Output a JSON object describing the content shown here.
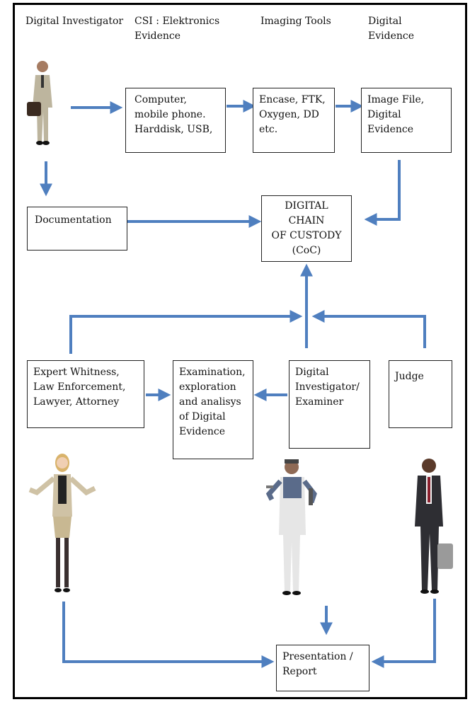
{
  "headers": {
    "digital_investigator": "Digital Investigator",
    "csi": "CSI : Elektronics\nEvidence",
    "imaging_tools": "Imaging Tools",
    "digital_evidence": "Digital\nEvidence"
  },
  "boxes": {
    "devices": "Computer,\nmobile phone.\nHarddisk, USB,",
    "tools": "Encase, FTK,\nOxygen, DD\netc.",
    "image_file": "Image File,\nDigital\nEvidence",
    "documentation": "Documentation",
    "coc": "DIGITAL CHAIN\nOF CUSTODY\n(CoC)",
    "expert": "Expert Whitness,\nLaw Enforcement,\nLawyer, Attorney",
    "examination": "Examination,\nexploration\nand analisys\nof Digital\nEvidence",
    "examiner": "Digital\nInvestigator/\nExaminer",
    "judge": "Judge",
    "presentation": "Presentation /\nReport"
  },
  "colors": {
    "arrow": "#4f7fbf",
    "box_border": "#222222"
  }
}
